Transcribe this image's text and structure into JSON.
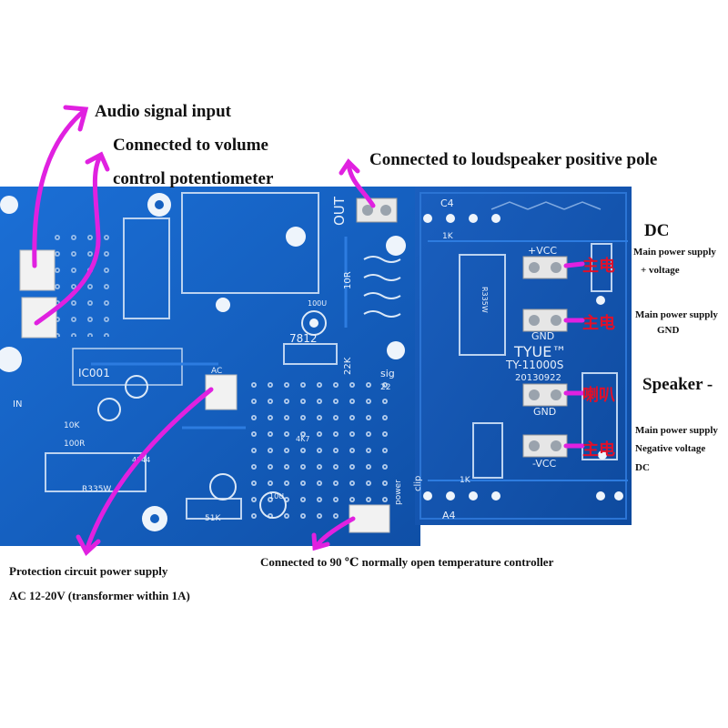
{
  "annotations": {
    "audio_input": "Audio signal input",
    "volume_line1": "Connected to volume",
    "volume_line2": "control potentiometer",
    "speaker_pos": "Connected to loudspeaker positive pole",
    "dc": "DC",
    "pos_supply_line1": "Main power supply",
    "pos_supply_line2": "+ voltage",
    "gnd_supply_line1": "Main power supply",
    "gnd_supply_line2": "GND",
    "speaker_neg": "Speaker -",
    "neg_supply_line1": "Main power supply",
    "neg_supply_line2": "Negative voltage",
    "neg_supply_line3": "DC",
    "protection_line1": "Protection circuit power supply",
    "protection_line2": "AC 12-20V (transformer within 1A)",
    "temp_controller": "Connected to 90 ℃ normally open temperature controller"
  },
  "board_labels": {
    "out": "OUT",
    "c4": "C4",
    "vcc_pos": "+VCC",
    "gnd1": "GND",
    "gnd2": "GND",
    "vcc_neg": "-VCC",
    "brand": "TYUE™",
    "model": "TY-11000S",
    "date": "20130922",
    "r1k_a": "1K",
    "r1k_b": "1K",
    "a4": "A4",
    "ic001": "IC001",
    "ic_7812": "7812",
    "sig": "sig",
    "clip": "clip",
    "power": "power",
    "r10k": "10K",
    "r100r": "100R",
    "r335w_a": "R335W",
    "r335w_b": "R335W",
    "r51k": "51K",
    "r22k": "22K",
    "in": "IN",
    "r10r": "10R",
    "r22": "22",
    "c100u": "100U",
    "c10u": "10U",
    "d4744": "4744",
    "r4k7": "4K7",
    "ac": "AC"
  },
  "cjk_labels": {
    "main_power_a": "主电",
    "main_power_b": "主电",
    "speaker_cjk": "喇叭",
    "main_power_c": "主电"
  },
  "colors": {
    "pcb_blue": "#1560c0",
    "pcb_light": "#2d7ce0",
    "arrow_magenta": "#e021e0",
    "cjk_red": "#e0102a"
  }
}
